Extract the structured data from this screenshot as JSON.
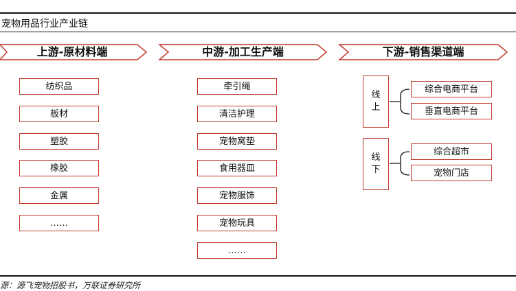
{
  "title": "宠物用品行业产业链",
  "source": "源：源飞宠物招股书，万联证券研究所",
  "colors": {
    "accent": "#c0392b",
    "line": "#111111"
  },
  "columns": [
    {
      "header": "上游-原材料端",
      "items": [
        "纺织品",
        "板材",
        "塑胶",
        "橡胶",
        "金属",
        "……"
      ]
    },
    {
      "header": "中游-加工生产端",
      "items": [
        "牵引绳",
        "清洁护理",
        "宠物窝垫",
        "食用器皿",
        "宠物服饰",
        "宠物玩具",
        "……"
      ]
    },
    {
      "header": "下游-销售渠道端",
      "groups": [
        {
          "label_top": "线",
          "label_bottom": "上",
          "items": [
            "综合电商平台",
            "垂直电商平台"
          ]
        },
        {
          "label_top": "线",
          "label_bottom": "下",
          "items": [
            "综合超市",
            "宠物门店"
          ]
        }
      ]
    }
  ]
}
